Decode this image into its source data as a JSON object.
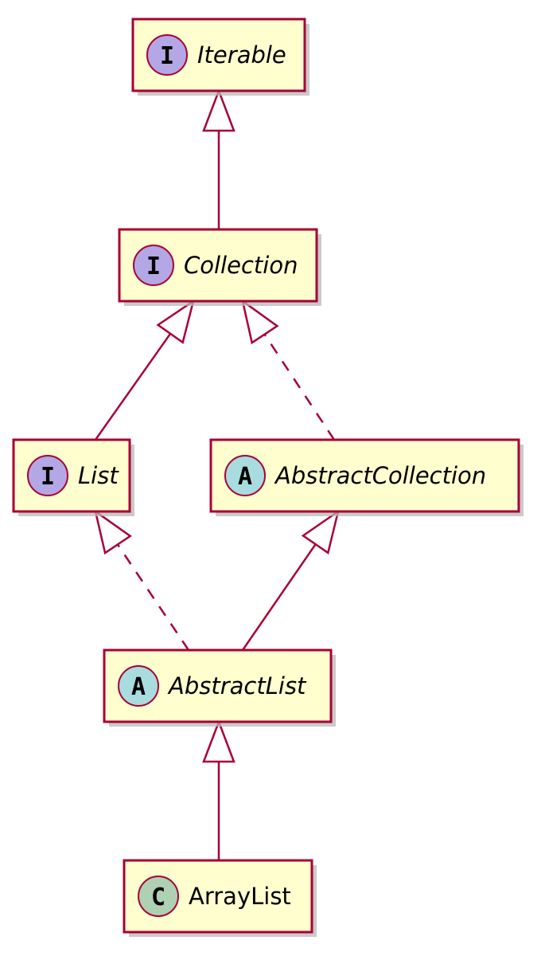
{
  "colors": {
    "node_fill": "#fefece",
    "border": "#a80036",
    "interface_badge": "#b4a7e5",
    "abstract_badge": "#a9dcdf",
    "class_badge": "#add1b2",
    "shadow": "#b8b8b8"
  },
  "nodes": [
    {
      "id": "iterable",
      "label": "Iterable",
      "kind": "interface",
      "badge": "I",
      "italic": true
    },
    {
      "id": "collection",
      "label": "Collection",
      "kind": "interface",
      "badge": "I",
      "italic": true
    },
    {
      "id": "list",
      "label": "List",
      "kind": "interface",
      "badge": "I",
      "italic": true
    },
    {
      "id": "abstract-collection",
      "label": "AbstractCollection",
      "kind": "abstract",
      "badge": "A",
      "italic": true
    },
    {
      "id": "abstract-list",
      "label": "AbstractList",
      "kind": "abstract",
      "badge": "A",
      "italic": true
    },
    {
      "id": "array-list",
      "label": "ArrayList",
      "kind": "class",
      "badge": "C",
      "italic": false
    }
  ],
  "edges": [
    {
      "from": "collection",
      "to": "iterable",
      "relation": "extends",
      "style": "solid"
    },
    {
      "from": "list",
      "to": "collection",
      "relation": "extends",
      "style": "solid"
    },
    {
      "from": "abstract-collection",
      "to": "collection",
      "relation": "implements",
      "style": "dashed"
    },
    {
      "from": "abstract-list",
      "to": "list",
      "relation": "implements",
      "style": "dashed"
    },
    {
      "from": "abstract-list",
      "to": "abstract-collection",
      "relation": "extends",
      "style": "solid"
    },
    {
      "from": "array-list",
      "to": "abstract-list",
      "relation": "extends",
      "style": "solid"
    }
  ]
}
